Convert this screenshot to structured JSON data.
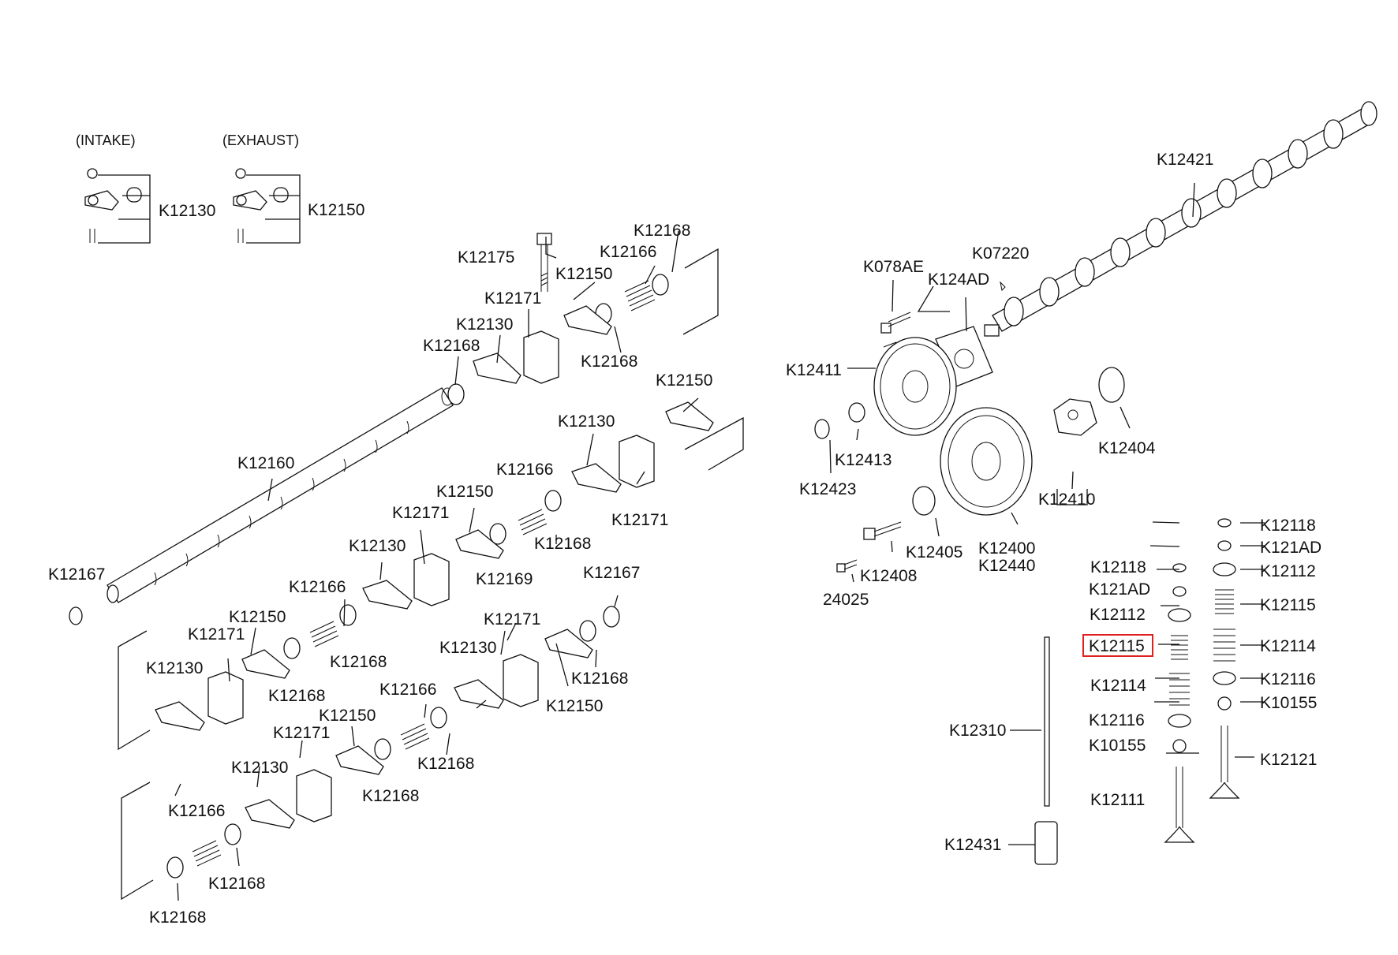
{
  "diagram": {
    "highlight_color": "#e02020",
    "headers": {
      "intake": "(INTAKE)",
      "exhaust": "(EXHAUST)"
    },
    "labels": {
      "l01": "K12130",
      "l02": "K12150",
      "l03": "K12168",
      "l04": "K12166",
      "l05": "K12175",
      "l06": "K12150",
      "l07": "K12171",
      "l08": "K12130",
      "l09": "K12168",
      "l10": "K12168",
      "l11": "K12150",
      "l12": "K12130",
      "l13": "K12160",
      "l14": "K12166",
      "l15": "K12150",
      "l16": "K12171",
      "l17": "K12168",
      "l18": "K12171",
      "l19": "K12130",
      "l20": "K12169",
      "l21": "K12167",
      "l22": "K12166",
      "l23": "K12167",
      "l24": "K12150",
      "l25": "K12171",
      "l26": "K12168",
      "l27": "K12130",
      "l28": "K12168",
      "l29": "K12171",
      "l30": "K12130",
      "l31": "K12168",
      "l32": "K12150",
      "l33": "K12166",
      "l34": "K12150",
      "l35": "K12171",
      "l36": "K12168",
      "l37": "K12130",
      "l38": "K12168",
      "l39": "K12166",
      "l40": "K12168",
      "l41": "K12168",
      "r01": "K12421",
      "r02": "K078AE",
      "r03": "K07220",
      "r04": "K124AD",
      "r05": "K12411",
      "r06": "K12404",
      "r07": "K12413",
      "r08": "K12423",
      "r09": "K12410",
      "r10": "K12405",
      "r11": "K12400",
      "r12": "K12440",
      "r13": "K12408",
      "r14": "24025",
      "r15": "K12118",
      "r16": "K121AD",
      "r17": "K12112",
      "r18": "K12115",
      "r19": "K12114",
      "r20": "K12116",
      "r21": "K10155",
      "r22": "K12121",
      "r23": "K12118",
      "r24": "K121AD",
      "r25": "K12112",
      "r26": "K12115",
      "r27": "K12114",
      "r28": "K12116",
      "r29": "K10155",
      "r30": "K12310",
      "r31": "K12111",
      "r32": "K12431"
    }
  }
}
